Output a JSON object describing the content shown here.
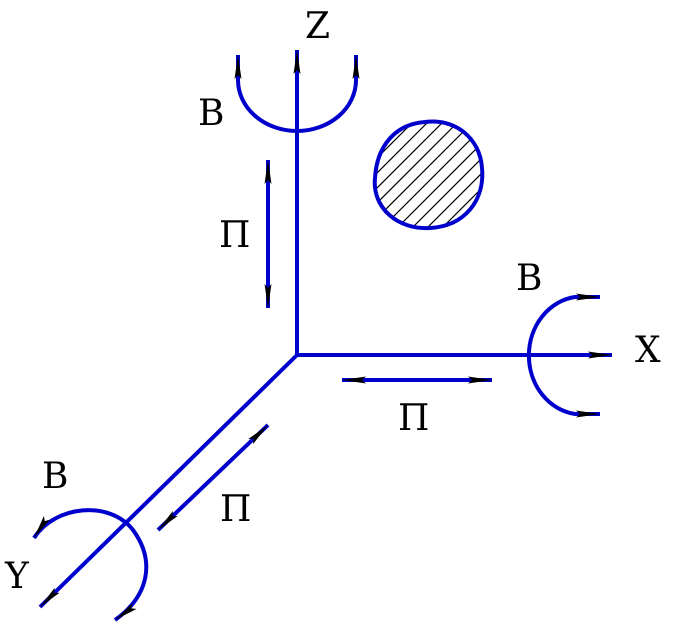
{
  "axes": {
    "x": "X",
    "y": "Y",
    "z": "Z"
  },
  "rotation_label": "B",
  "translation_label": "П",
  "colors": {
    "axis": "#0000cc",
    "arrow": "#000000",
    "hatch": "#000000",
    "text": "#000000"
  }
}
